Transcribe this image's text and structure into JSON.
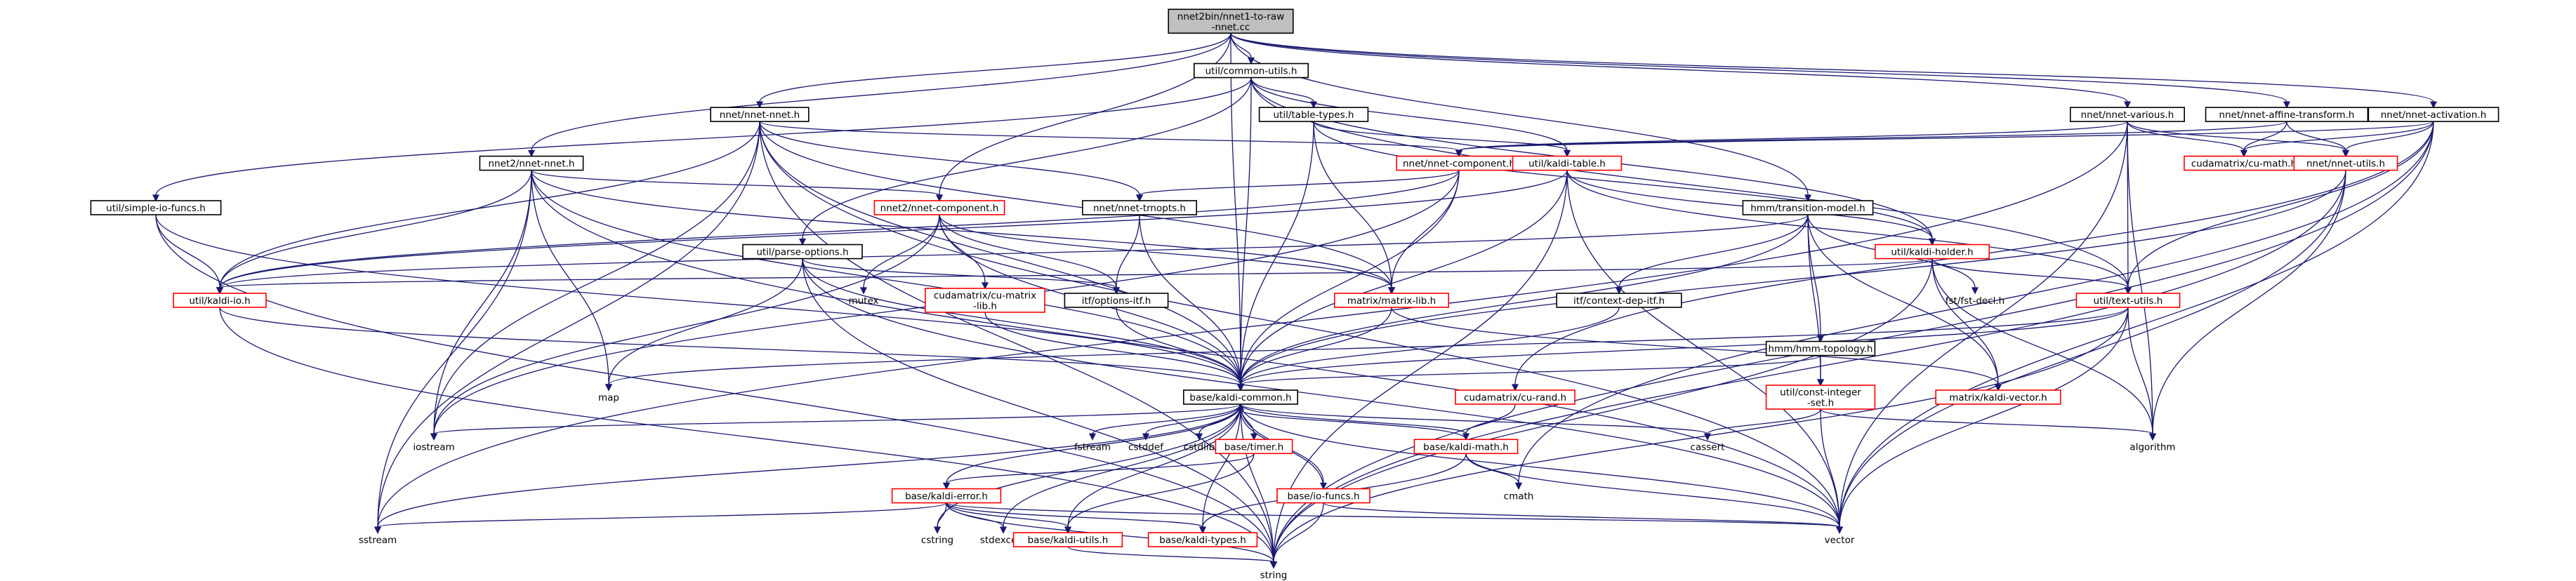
{
  "graph": {
    "title": "nnet2bin/nnet1-to-raw-nnet.cc",
    "palette": {
      "node_border": "#000000",
      "include_border": "#ff0000",
      "root_fill": "#bfbfbf",
      "edge": "#191970",
      "background": "#ffffff"
    },
    "nodes": [
      {
        "id": "root",
        "lines": [
          "nnet2bin/nnet1-to-raw",
          "-nnet.cc"
        ],
        "kind": "root"
      },
      {
        "id": "common_utils",
        "lines": [
          "util/common-utils.h"
        ],
        "kind": "plain"
      },
      {
        "id": "nnet_nnet",
        "lines": [
          "nnet/nnet-nnet.h"
        ],
        "kind": "plain"
      },
      {
        "id": "nnet2_nnet_nnet",
        "lines": [
          "nnet2/nnet-nnet.h"
        ],
        "kind": "plain"
      },
      {
        "id": "table_types",
        "lines": [
          "util/table-types.h"
        ],
        "kind": "plain"
      },
      {
        "id": "nnet_various",
        "lines": [
          "nnet/nnet-various.h"
        ],
        "kind": "plain"
      },
      {
        "id": "nnet_affine",
        "lines": [
          "nnet/nnet-affine-transform.h"
        ],
        "kind": "plain"
      },
      {
        "id": "nnet_activation",
        "lines": [
          "nnet/nnet-activation.h"
        ],
        "kind": "plain"
      },
      {
        "id": "nnet_component",
        "lines": [
          "nnet/nnet-component.h"
        ],
        "kind": "red"
      },
      {
        "id": "kaldi_table",
        "lines": [
          "util/kaldi-table.h"
        ],
        "kind": "red"
      },
      {
        "id": "cu_math",
        "lines": [
          "cudamatrix/cu-math.h"
        ],
        "kind": "red"
      },
      {
        "id": "nnet_utils",
        "lines": [
          "nnet/nnet-utils.h"
        ],
        "kind": "red"
      },
      {
        "id": "simple_io",
        "lines": [
          "util/simple-io-funcs.h"
        ],
        "kind": "plain"
      },
      {
        "id": "nnet2_component",
        "lines": [
          "nnet2/nnet-component.h"
        ],
        "kind": "red"
      },
      {
        "id": "nnet_trnopts",
        "lines": [
          "nnet/nnet-trnopts.h"
        ],
        "kind": "plain"
      },
      {
        "id": "parse_options",
        "lines": [
          "util/parse-options.h"
        ],
        "kind": "plain"
      },
      {
        "id": "transition_model",
        "lines": [
          "hmm/transition-model.h"
        ],
        "kind": "plain"
      },
      {
        "id": "kaldi_holder",
        "lines": [
          "util/kaldi-holder.h"
        ],
        "kind": "red"
      },
      {
        "id": "kaldi_io",
        "lines": [
          "util/kaldi-io.h"
        ],
        "kind": "red"
      },
      {
        "id": "mutex",
        "lines": [
          "mutex"
        ],
        "kind": "system"
      },
      {
        "id": "cu_matrix_lib",
        "lines": [
          "cudamatrix/cu-matrix",
          "-lib.h"
        ],
        "kind": "red"
      },
      {
        "id": "options_itf",
        "lines": [
          "itf/options-itf.h"
        ],
        "kind": "plain"
      },
      {
        "id": "matrix_lib",
        "lines": [
          "matrix/matrix-lib.h"
        ],
        "kind": "red"
      },
      {
        "id": "context_dep_itf",
        "lines": [
          "itf/context-dep-itf.h"
        ],
        "kind": "plain"
      },
      {
        "id": "hmm_topology",
        "lines": [
          "hmm/hmm-topology.h"
        ],
        "kind": "plain"
      },
      {
        "id": "fst_decl",
        "lines": [
          "fst/fst-decl.h"
        ],
        "kind": "system"
      },
      {
        "id": "text_utils",
        "lines": [
          "util/text-utils.h"
        ],
        "kind": "red"
      },
      {
        "id": "map",
        "lines": [
          "map"
        ],
        "kind": "system"
      },
      {
        "id": "kaldi_common",
        "lines": [
          "base/kaldi-common.h"
        ],
        "kind": "plain"
      },
      {
        "id": "cu_rand",
        "lines": [
          "cudamatrix/cu-rand.h"
        ],
        "kind": "red"
      },
      {
        "id": "const_integer_set",
        "lines": [
          "util/const-integer",
          "-set.h"
        ],
        "kind": "red"
      },
      {
        "id": "kaldi_vector",
        "lines": [
          "matrix/kaldi-vector.h"
        ],
        "kind": "red"
      },
      {
        "id": "iostream",
        "lines": [
          "iostream"
        ],
        "kind": "system"
      },
      {
        "id": "fstream",
        "lines": [
          "fstream"
        ],
        "kind": "system"
      },
      {
        "id": "cstddef",
        "lines": [
          "cstddef"
        ],
        "kind": "system"
      },
      {
        "id": "cstdlib",
        "lines": [
          "cstdlib"
        ],
        "kind": "system"
      },
      {
        "id": "timer",
        "lines": [
          "base/timer.h"
        ],
        "kind": "red"
      },
      {
        "id": "kaldi_math",
        "lines": [
          "base/kaldi-math.h"
        ],
        "kind": "red"
      },
      {
        "id": "cassert",
        "lines": [
          "cassert"
        ],
        "kind": "system"
      },
      {
        "id": "algorithm",
        "lines": [
          "algorithm"
        ],
        "kind": "system"
      },
      {
        "id": "cmath",
        "lines": [
          "cmath"
        ],
        "kind": "system"
      },
      {
        "id": "kaldi_error",
        "lines": [
          "base/kaldi-error.h"
        ],
        "kind": "red"
      },
      {
        "id": "io_funcs",
        "lines": [
          "base/io-funcs.h"
        ],
        "kind": "red"
      },
      {
        "id": "sstream",
        "lines": [
          "sstream"
        ],
        "kind": "system"
      },
      {
        "id": "cstring",
        "lines": [
          "cstring"
        ],
        "kind": "system"
      },
      {
        "id": "stdexcept",
        "lines": [
          "stdexcept"
        ],
        "kind": "system"
      },
      {
        "id": "kaldi_utils",
        "lines": [
          "base/kaldi-utils.h"
        ],
        "kind": "red"
      },
      {
        "id": "kaldi_types",
        "lines": [
          "base/kaldi-types.h"
        ],
        "kind": "red"
      },
      {
        "id": "vector",
        "lines": [
          "vector"
        ],
        "kind": "system"
      },
      {
        "id": "string",
        "lines": [
          "string"
        ],
        "kind": "system"
      }
    ],
    "edges": [
      [
        "root",
        "common_utils"
      ],
      [
        "root",
        "nnet_nnet"
      ],
      [
        "root",
        "nnet2_nnet_nnet"
      ],
      [
        "root",
        "nnet_various"
      ],
      [
        "root",
        "nnet_affine"
      ],
      [
        "root",
        "nnet_activation"
      ],
      [
        "root",
        "nnet2_component"
      ],
      [
        "root",
        "transition_model"
      ],
      [
        "root",
        "kaldi_common"
      ],
      [
        "common_utils",
        "table_types"
      ],
      [
        "common_utils",
        "kaldi_table"
      ],
      [
        "common_utils",
        "kaldi_holder"
      ],
      [
        "common_utils",
        "parse_options"
      ],
      [
        "common_utils",
        "simple_io"
      ],
      [
        "common_utils",
        "text_utils"
      ],
      [
        "common_utils",
        "kaldi_common"
      ],
      [
        "nnet_nnet",
        "nnet_component"
      ],
      [
        "nnet_nnet",
        "nnet_trnopts"
      ],
      [
        "nnet_nnet",
        "matrix_lib"
      ],
      [
        "nnet_nnet",
        "kaldi_io"
      ],
      [
        "nnet_nnet",
        "kaldi_common"
      ],
      [
        "nnet_nnet",
        "iostream"
      ],
      [
        "nnet_nnet",
        "sstream"
      ],
      [
        "nnet_nnet",
        "vector"
      ],
      [
        "nnet_nnet",
        "string"
      ],
      [
        "nnet2_nnet_nnet",
        "nnet2_component"
      ],
      [
        "nnet2_nnet_nnet",
        "kaldi_io"
      ],
      [
        "nnet2_nnet_nnet",
        "kaldi_common"
      ],
      [
        "nnet2_nnet_nnet",
        "iostream"
      ],
      [
        "nnet2_nnet_nnet",
        "sstream"
      ],
      [
        "nnet2_nnet_nnet",
        "map"
      ],
      [
        "nnet2_nnet_nnet",
        "vector"
      ],
      [
        "nnet2_nnet_nnet",
        "matrix_lib"
      ],
      [
        "table_types",
        "kaldi_table"
      ],
      [
        "table_types",
        "kaldi_holder"
      ],
      [
        "table_types",
        "matrix_lib"
      ],
      [
        "table_types",
        "kaldi_common"
      ],
      [
        "nnet_various",
        "nnet_component"
      ],
      [
        "nnet_various",
        "nnet_utils"
      ],
      [
        "nnet_various",
        "cu_math"
      ],
      [
        "nnet_various",
        "text_utils"
      ],
      [
        "nnet_various",
        "algorithm"
      ],
      [
        "nnet_various",
        "vector"
      ],
      [
        "nnet_various",
        "sstream"
      ],
      [
        "nnet_affine",
        "nnet_component"
      ],
      [
        "nnet_affine",
        "nnet_utils"
      ],
      [
        "nnet_affine",
        "cu_math"
      ],
      [
        "nnet_activation",
        "nnet_component"
      ],
      [
        "nnet_activation",
        "nnet_utils"
      ],
      [
        "nnet_activation",
        "cu_math"
      ],
      [
        "nnet_activation",
        "cu_rand"
      ],
      [
        "nnet_activation",
        "text_utils"
      ],
      [
        "nnet_activation",
        "string"
      ],
      [
        "nnet_activation",
        "vector"
      ],
      [
        "nnet_activation",
        "cmath"
      ],
      [
        "nnet_component",
        "matrix_lib"
      ],
      [
        "nnet_component",
        "nnet_trnopts"
      ],
      [
        "nnet_component",
        "kaldi_io"
      ],
      [
        "nnet_component",
        "kaldi_common"
      ],
      [
        "nnet_component",
        "iostream"
      ],
      [
        "kaldi_table",
        "kaldi_holder"
      ],
      [
        "kaldi_table",
        "text_utils"
      ],
      [
        "kaldi_table",
        "kaldi_io"
      ],
      [
        "kaldi_table",
        "kaldi_common"
      ],
      [
        "kaldi_table",
        "vector"
      ],
      [
        "kaldi_table",
        "string"
      ],
      [
        "nnet_utils",
        "kaldi_common"
      ],
      [
        "nnet_utils",
        "algorithm"
      ],
      [
        "nnet_utils",
        "vector"
      ],
      [
        "nnet_utils",
        "string"
      ],
      [
        "simple_io",
        "kaldi_io"
      ],
      [
        "simple_io",
        "kaldi_common"
      ],
      [
        "simple_io",
        "string"
      ],
      [
        "nnet2_component",
        "mutex"
      ],
      [
        "nnet2_component",
        "cu_matrix_lib"
      ],
      [
        "nnet2_component",
        "options_itf"
      ],
      [
        "nnet2_component",
        "matrix_lib"
      ],
      [
        "nnet2_component",
        "kaldi_common"
      ],
      [
        "nnet2_component",
        "iostream"
      ],
      [
        "nnet_trnopts",
        "options_itf"
      ],
      [
        "nnet_trnopts",
        "kaldi_common"
      ],
      [
        "parse_options",
        "options_itf"
      ],
      [
        "parse_options",
        "kaldi_common"
      ],
      [
        "parse_options",
        "map"
      ],
      [
        "parse_options",
        "vector"
      ],
      [
        "parse_options",
        "string"
      ],
      [
        "transition_model",
        "context_dep_itf"
      ],
      [
        "transition_model",
        "hmm_topology"
      ],
      [
        "transition_model",
        "fst_decl"
      ],
      [
        "transition_model",
        "const_integer_set"
      ],
      [
        "transition_model",
        "kaldi_vector"
      ],
      [
        "transition_model",
        "kaldi_io"
      ],
      [
        "transition_model",
        "kaldi_common"
      ],
      [
        "kaldi_holder",
        "text_utils"
      ],
      [
        "kaldi_holder",
        "kaldi_io"
      ],
      [
        "kaldi_holder",
        "kaldi_vector"
      ],
      [
        "kaldi_holder",
        "algorithm"
      ],
      [
        "kaldi_holder",
        "string"
      ],
      [
        "kaldi_io",
        "kaldi_common"
      ],
      [
        "kaldi_io",
        "string"
      ],
      [
        "cu_matrix_lib",
        "kaldi_common"
      ],
      [
        "options_itf",
        "kaldi_common"
      ],
      [
        "matrix_lib",
        "kaldi_vector"
      ],
      [
        "matrix_lib",
        "kaldi_common"
      ],
      [
        "context_dep_itf",
        "kaldi_common"
      ],
      [
        "hmm_topology",
        "const_integer_set"
      ],
      [
        "hmm_topology",
        "kaldi_common"
      ],
      [
        "text_utils",
        "kaldi_common"
      ],
      [
        "text_utils",
        "map"
      ],
      [
        "text_utils",
        "algorithm"
      ],
      [
        "text_utils",
        "vector"
      ],
      [
        "text_utils",
        "string"
      ],
      [
        "const_integer_set",
        "cassert"
      ],
      [
        "const_integer_set",
        "algorithm"
      ],
      [
        "const_integer_set",
        "vector"
      ],
      [
        "cu_rand",
        "kaldi_math"
      ],
      [
        "kaldi_common",
        "iostream"
      ],
      [
        "kaldi_common",
        "fstream"
      ],
      [
        "kaldi_common",
        "cstddef"
      ],
      [
        "kaldi_common",
        "cstdlib"
      ],
      [
        "kaldi_common",
        "cstring"
      ],
      [
        "kaldi_common",
        "stdexcept"
      ],
      [
        "kaldi_common",
        "sstream"
      ],
      [
        "kaldi_common",
        "cassert"
      ],
      [
        "kaldi_common",
        "vector"
      ],
      [
        "kaldi_common",
        "string"
      ],
      [
        "kaldi_common",
        "timer"
      ],
      [
        "kaldi_common",
        "kaldi_math"
      ],
      [
        "kaldi_common",
        "kaldi_error"
      ],
      [
        "kaldi_common",
        "io_funcs"
      ],
      [
        "kaldi_common",
        "kaldi_utils"
      ],
      [
        "kaldi_common",
        "kaldi_types"
      ],
      [
        "timer",
        "kaldi_error"
      ],
      [
        "timer",
        "kaldi_utils"
      ],
      [
        "kaldi_math",
        "kaldi_types"
      ],
      [
        "kaldi_math",
        "cmath"
      ],
      [
        "kaldi_math",
        "vector"
      ],
      [
        "kaldi_math",
        "kaldi_common"
      ],
      [
        "kaldi_error",
        "sstream"
      ],
      [
        "kaldi_error",
        "cstring"
      ],
      [
        "kaldi_error",
        "stdexcept"
      ],
      [
        "kaldi_error",
        "kaldi_types"
      ],
      [
        "kaldi_error",
        "kaldi_utils"
      ],
      [
        "kaldi_error",
        "vector"
      ],
      [
        "kaldi_error",
        "string"
      ],
      [
        "io_funcs",
        "kaldi_common"
      ],
      [
        "io_funcs",
        "string"
      ],
      [
        "io_funcs",
        "vector"
      ],
      [
        "kaldi_utils",
        "string"
      ]
    ]
  }
}
